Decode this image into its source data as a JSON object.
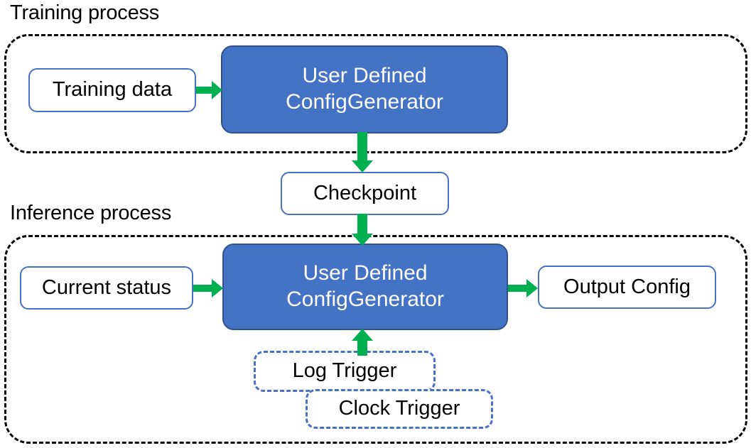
{
  "diagram": {
    "type": "flowchart",
    "colors": {
      "process_fill": "#4472C4",
      "process_border": "#2F528F",
      "node_border": "#4472C4",
      "arrow": "#00B050",
      "group_border": "#000000",
      "text_dark": "#000000",
      "text_light": "#FFFFFF"
    },
    "groups": [
      {
        "id": "training",
        "title": "Training process"
      },
      {
        "id": "inference",
        "title": "Inference process"
      }
    ],
    "nodes": [
      {
        "id": "training-data",
        "label": "Training data",
        "style": "outline"
      },
      {
        "id": "udcg-training",
        "label_line1": "User Defined",
        "label_line2": "ConfigGenerator",
        "style": "filled"
      },
      {
        "id": "checkpoint",
        "label": "Checkpoint",
        "style": "outline"
      },
      {
        "id": "current-status",
        "label": "Current status",
        "style": "outline"
      },
      {
        "id": "udcg-inference",
        "label_line1": "User Defined",
        "label_line2": "ConfigGenerator",
        "style": "filled"
      },
      {
        "id": "output-config",
        "label": "Output Config",
        "style": "outline"
      },
      {
        "id": "log-trigger",
        "label": "Log Trigger",
        "style": "dashed"
      },
      {
        "id": "clock-trigger",
        "label": "Clock Trigger",
        "style": "dashed"
      }
    ],
    "edges": [
      {
        "from": "training-data",
        "to": "udcg-training",
        "direction": "right"
      },
      {
        "from": "udcg-training",
        "to": "checkpoint",
        "direction": "down"
      },
      {
        "from": "checkpoint",
        "to": "udcg-inference",
        "direction": "down"
      },
      {
        "from": "current-status",
        "to": "udcg-inference",
        "direction": "right"
      },
      {
        "from": "udcg-inference",
        "to": "output-config",
        "direction": "right"
      },
      {
        "from": "log-trigger",
        "to": "udcg-inference",
        "direction": "up"
      }
    ]
  }
}
